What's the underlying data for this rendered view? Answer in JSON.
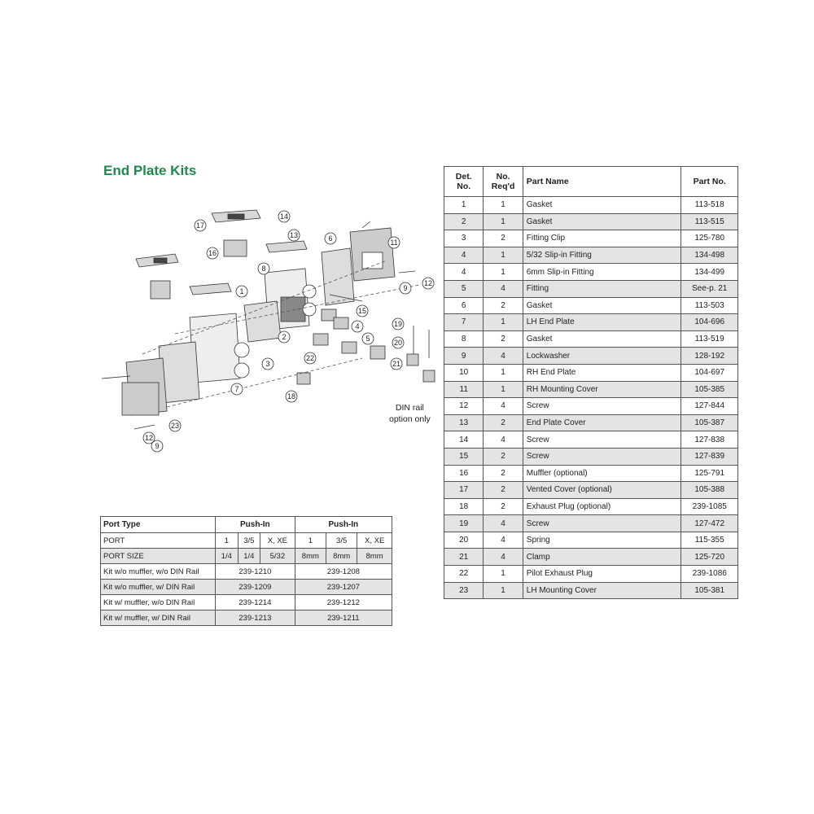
{
  "title": "End Plate Kits",
  "parts_table": {
    "headers": [
      "Det.\nNo.",
      "No.\nReq'd",
      "Part Name",
      "Part No."
    ],
    "rows": [
      [
        "1",
        "1",
        "Gasket",
        "113-518"
      ],
      [
        "2",
        "1",
        "Gasket",
        "113-515"
      ],
      [
        "3",
        "2",
        "Fitting Clip",
        "125-780"
      ],
      [
        "4",
        "1",
        "5/32 Slip-in Fitting",
        "134-498"
      ],
      [
        "4",
        "1",
        "6mm Slip-in Fitting",
        "134-499"
      ],
      [
        "5",
        "4",
        "Fitting",
        "See-p. 21"
      ],
      [
        "6",
        "2",
        "Gasket",
        "113-503"
      ],
      [
        "7",
        "1",
        "LH End Plate",
        "104-696"
      ],
      [
        "8",
        "2",
        "Gasket",
        "113-519"
      ],
      [
        "9",
        "4",
        "Lockwasher",
        "128-192"
      ],
      [
        "10",
        "1",
        "RH End Plate",
        "104-697"
      ],
      [
        "11",
        "1",
        "RH Mounting Cover",
        "105-385"
      ],
      [
        "12",
        "4",
        "Screw",
        "127-844"
      ],
      [
        "13",
        "2",
        "End Plate Cover",
        "105-387"
      ],
      [
        "14",
        "4",
        "Screw",
        "127-838"
      ],
      [
        "15",
        "2",
        "Screw",
        "127-839"
      ],
      [
        "16",
        "2",
        "Muffler (optional)",
        "125-791"
      ],
      [
        "17",
        "2",
        "Vented Cover (optional)",
        "105-388"
      ],
      [
        "18",
        "2",
        "Exhaust Plug (optional)",
        "239-1085"
      ],
      [
        "19",
        "4",
        "Screw",
        "127-472"
      ],
      [
        "20",
        "4",
        "Spring",
        "115-355"
      ],
      [
        "21",
        "4",
        "Clamp",
        "125-720"
      ],
      [
        "22",
        "1",
        "Pilot Exhaust Plug",
        "239-1086"
      ],
      [
        "23",
        "1",
        "LH Mounting Cover",
        "105-381"
      ]
    ]
  },
  "port_table": {
    "port_type_label": "Port Type",
    "group1": "Push-In",
    "group2": "Push-In",
    "port_label": "PORT",
    "port_values": [
      "1",
      "3/5",
      "X, XE",
      "1",
      "3/5",
      "X, XE"
    ],
    "size_label": "PORT SIZE",
    "size_values": [
      "1/4",
      "1/4",
      "5/32",
      "8mm",
      "8mm",
      "8mm"
    ],
    "kits": [
      {
        "name": "Kit w/o muffler, w/o DIN Rail",
        "a": "239-1210",
        "b": "239-1208"
      },
      {
        "name": "Kit w/o muffler, w/ DIN Rail",
        "a": "239-1209",
        "b": "239-1207"
      },
      {
        "name": "Kit w/ muffler, w/o DIN Rail",
        "a": "239-1214",
        "b": "239-1212"
      },
      {
        "name": "Kit w/ muffler, w/ DIN Rail",
        "a": "239-1213",
        "b": "239-1211"
      }
    ]
  },
  "diagram": {
    "din_note_line1": "DIN rail",
    "din_note_line2": "option only",
    "callouts": [
      "17",
      "14",
      "13",
      "6",
      "11",
      "16",
      "8",
      "12",
      "9",
      "1",
      "15",
      "19",
      "4",
      "20",
      "2",
      "5",
      "22",
      "3",
      "21",
      "7",
      "18",
      "23",
      "12",
      "9"
    ]
  }
}
